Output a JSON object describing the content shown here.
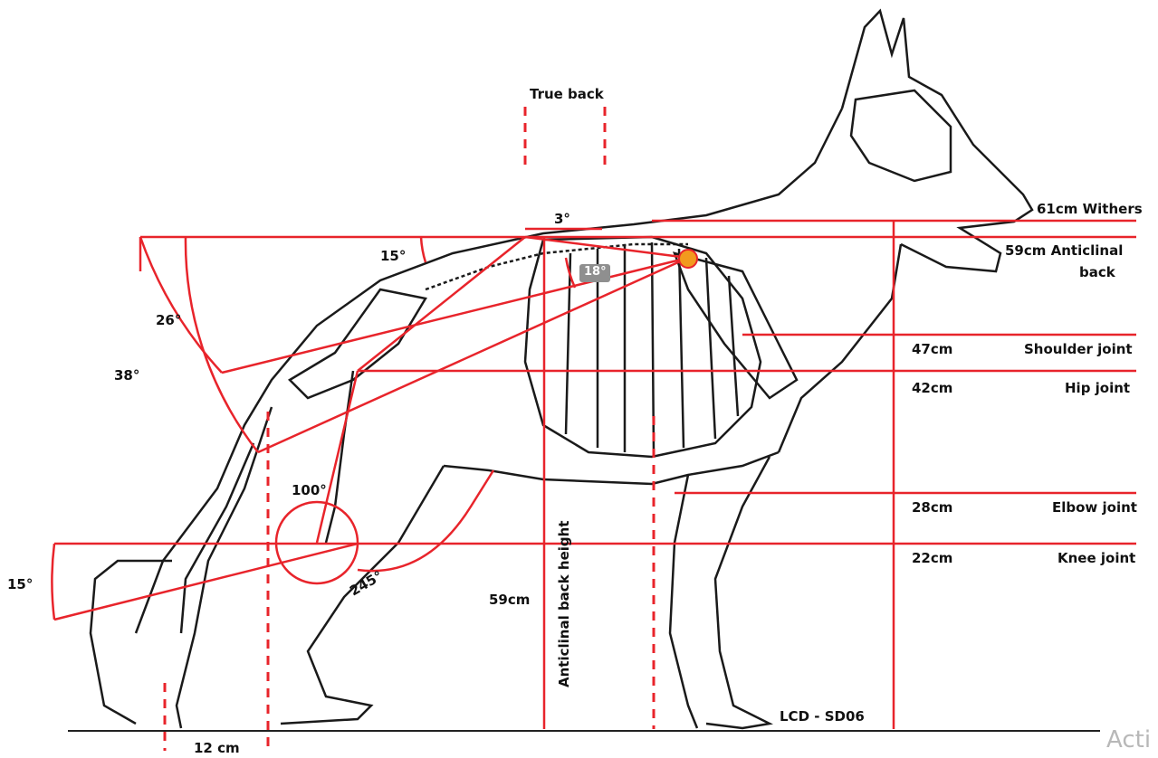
{
  "title": "True back",
  "measurements": {
    "withers": "61cm Withers",
    "anticlinal_back_1": "59cm Anticlinal",
    "anticlinal_back_2": "back",
    "shoulder_value": "47cm",
    "shoulder_label": "Shoulder joint",
    "hip_value": "42cm",
    "hip_label": "Hip joint",
    "elbow_value": "28cm",
    "elbow_label": "Elbow joint",
    "knee_value": "22cm",
    "knee_label": "Knee joint",
    "back_height_value": "59cm",
    "back_height_label": "Anticlinal back height",
    "foot_offset": "12 cm"
  },
  "angles": {
    "a3": "3°",
    "a15_top": "15°",
    "a18": "18°",
    "a26": "26°",
    "a38": "38°",
    "a100": "100°",
    "a245": "245°",
    "a15_left": "15°"
  },
  "credit": "LCD - SD06",
  "watermark": "Acti",
  "colors": {
    "lines": "#e8242b",
    "ink": "#1a1a1a",
    "point": "#f29a1e"
  }
}
